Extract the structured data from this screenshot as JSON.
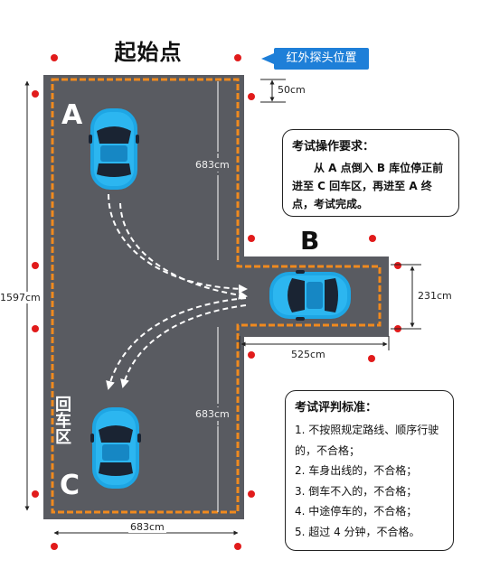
{
  "title": "起始点",
  "infrared_label": "红外探头位置",
  "letters": {
    "a": "A",
    "b": "B",
    "c": "C"
  },
  "return_zone": "回车区",
  "dimensions": {
    "top_gap": "50cm",
    "upper_length": "683cm",
    "lower_length": "683cm",
    "total_length": "1597cm",
    "garage_width": "231cm",
    "garage_depth": "525cm",
    "lane_width": "683cm"
  },
  "requirements": {
    "heading": "考试操作要求：",
    "text": "从 A 点倒入 B 库位停正前进至 C 回车区，再进至 A 终点，考试完成。"
  },
  "criteria": {
    "heading": "考试评判标准：",
    "items": [
      "1. 不按照规定路线、顺序行驶的，不合格；",
      "2. 车身出线的，不合格；",
      "3. 倒车不入的，不合格；",
      "4. 中途停车的，不合格；",
      "5. 超过 4 分钟，不合格。"
    ]
  },
  "colors": {
    "road": "#595b61",
    "boundary": "#f08a1e",
    "car": "#1ea6e4",
    "sensor": "#e11b1b",
    "badge": "#1e7fd8"
  }
}
